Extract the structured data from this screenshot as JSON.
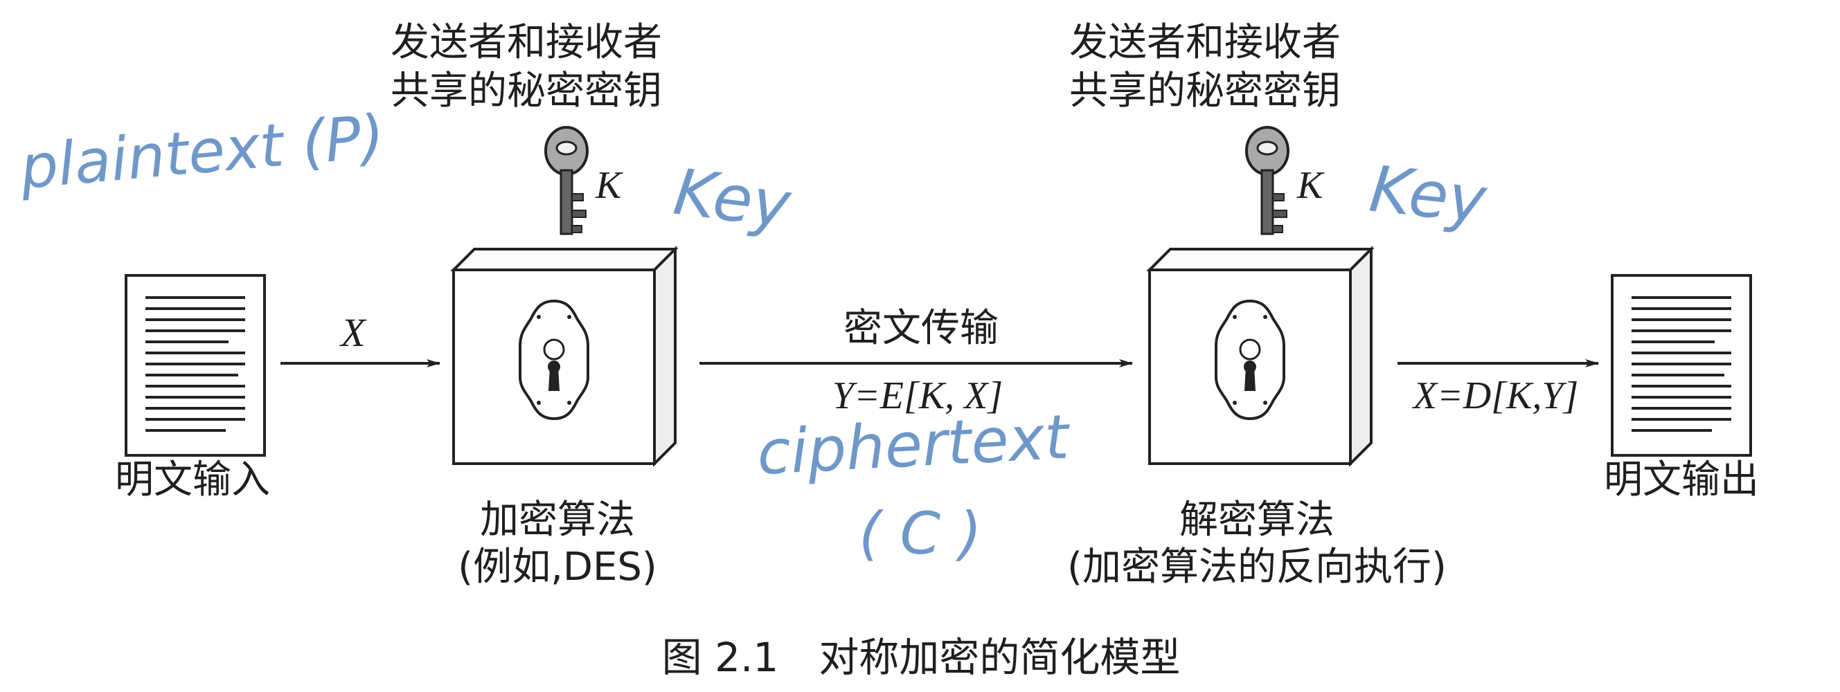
{
  "shared_key_label": [
    "发送者和接收者",
    "共享的秘密密钥"
  ],
  "key_symbol": "K",
  "plaintext_input_label": "明文输入",
  "plaintext_output_label": "明文输出",
  "input_variable": "X",
  "encryption": {
    "title": "加密算法",
    "subtitle": "(例如,DES)"
  },
  "decryption": {
    "title": "解密算法",
    "subtitle": "(加密算法的反向执行)"
  },
  "transmission_label": "密文传输",
  "encryption_formula": "Y=E[K, X]",
  "decryption_formula": "X=D[K,Y]",
  "caption": "图 2.1　对称加密的简化模型",
  "handwritten": {
    "plaintext": "plaintext (P)",
    "key_left": "Key",
    "key_right": "Key",
    "ciphertext": "ciphertext",
    "ciphertext_symbol": "( C )"
  },
  "colors": {
    "ink": "#1f1f1f",
    "handwriting": "#6f98c9"
  }
}
